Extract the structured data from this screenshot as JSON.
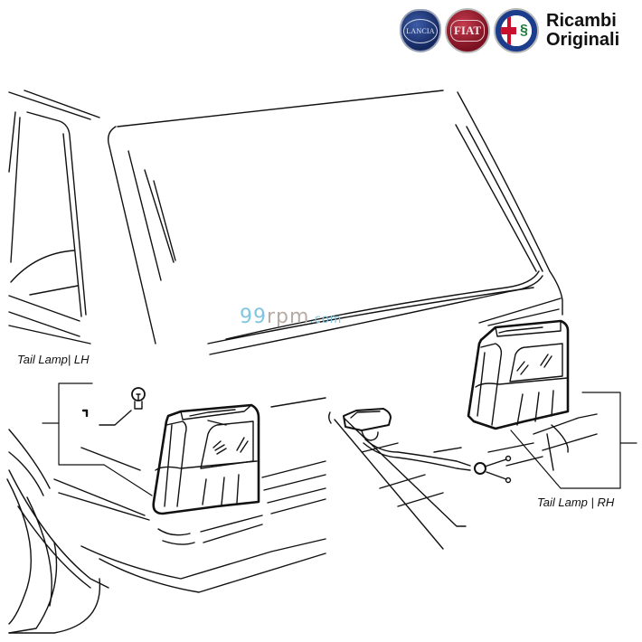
{
  "header": {
    "brand_logos": [
      {
        "name": "lancia-logo",
        "text": "LANCIA",
        "color": "#1f3a7a"
      },
      {
        "name": "fiat-logo",
        "text": "FIAT",
        "color": "#9b1b2c"
      },
      {
        "name": "alfa-romeo-logo",
        "text": "ALFA ROMEO",
        "color": "#1c3c8c"
      }
    ],
    "brand_text_line1": "Ricambi",
    "brand_text_line2": "Originali"
  },
  "watermark": {
    "part1": "99",
    "part2": "rpm",
    "part3": ".com"
  },
  "diagram": {
    "subject": "Rear view of hatchback showing tail lamps and number plate lamp",
    "callouts": [
      {
        "id": "tail-lamp-lh",
        "label": "Tail Lamp| LH"
      },
      {
        "id": "tail-lamp-rh",
        "label": "Tail Lamp | RH"
      }
    ],
    "line_color": "#111111"
  }
}
